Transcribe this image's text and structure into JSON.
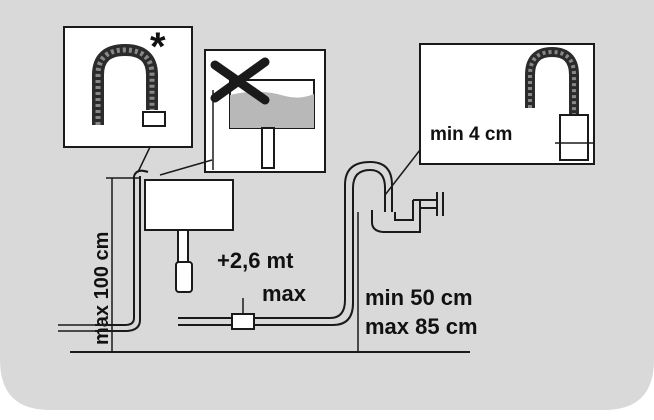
{
  "labels": {
    "max_height": "max 100 cm",
    "extension": "+2,6 mt",
    "extension_max": "max",
    "drain_min": "min 50 cm",
    "drain_max": "max 85 cm",
    "gap_min": "min 4 cm",
    "asterisk": "*"
  },
  "colors": {
    "background": "#d9d9d9",
    "outer": "#ffffff",
    "line": "#1a1a1a",
    "box_fill": "#ffffff",
    "water": "#b8b8b8",
    "hose_dark": "#2b2b2b"
  }
}
